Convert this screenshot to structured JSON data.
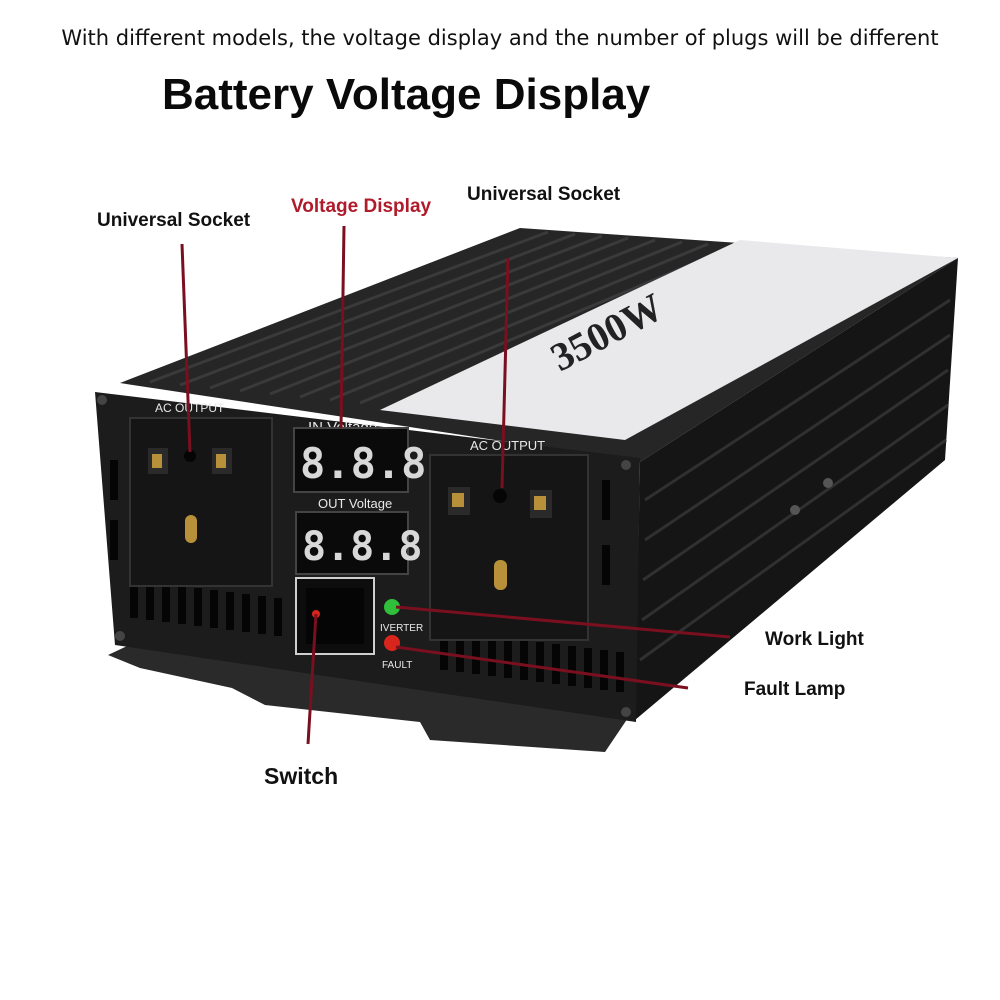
{
  "note": "With different models, the voltage display and the number of plugs will be different",
  "title": "Battery Voltage Display",
  "callouts": {
    "universal_socket_left": "Universal Socket",
    "voltage_display": "Voltage Display",
    "universal_socket_right": "Universal Socket",
    "work_light": "Work Light",
    "fault_lamp": "Fault Lamp",
    "switch": "Switch"
  },
  "panel": {
    "ac_output_left": "AC OUTPUT",
    "ac_output_right": "AC OUTPUT",
    "in_voltage": "IN Voltage",
    "out_voltage": "OUT Voltage",
    "in_display": "8.8.8.",
    "out_display": "8.8.8.",
    "inverter": "IVERTER",
    "fault": "FAULT",
    "wattage": "3500W"
  },
  "colors": {
    "callout_line": "#7a0f1f",
    "callout_red_text": "#b01a2a",
    "housing": "#1c1c1c",
    "work_led": "#2fbf3a",
    "fault_led": "#d9261c"
  }
}
